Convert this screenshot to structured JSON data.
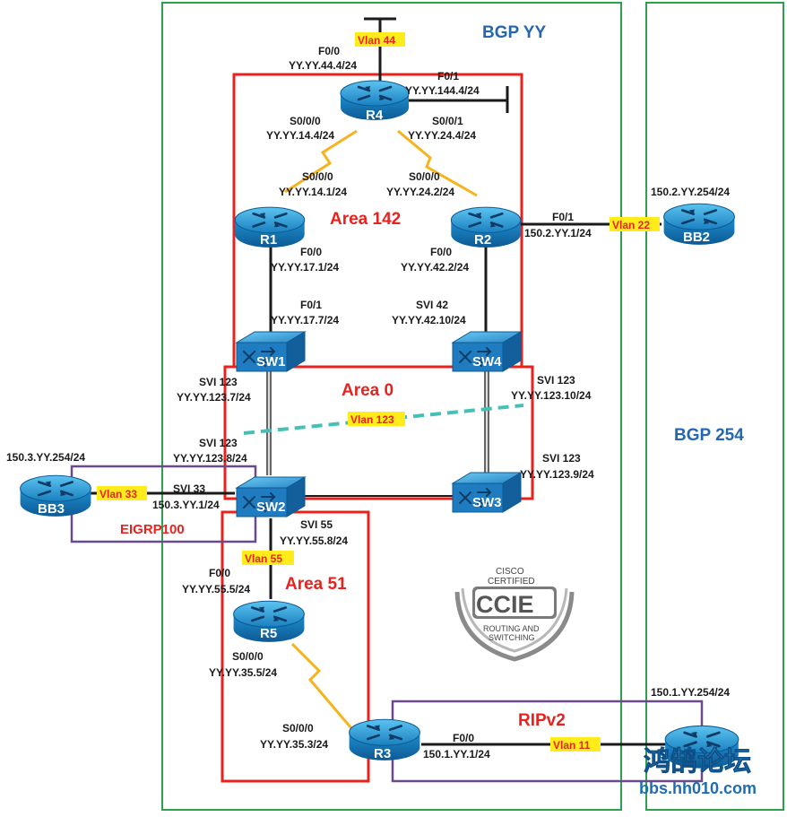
{
  "colors": {
    "bgp_box": "#2e9e4f",
    "area_box": "#e8231f",
    "eigrp_box": "#6a4a8a",
    "rip_box": "#6a4a8a",
    "router_fill": "#1d8fcf",
    "switch_fill": "#2a86c8",
    "vlan_bg": "#ffec1a",
    "serial_link": "#f5b31e",
    "ethernet_link": "#1a1a1a",
    "vlan123_link": "#45c0b6"
  },
  "domains": {
    "bgp_yy": "BGP YY",
    "bgp_254": "BGP 254"
  },
  "areas": {
    "area142": "Area 142",
    "area0": "Area 0",
    "area51": "Area 51",
    "eigrp": "EIGRP100",
    "rip": "RIPv2"
  },
  "devices": {
    "r1": "R1",
    "r2": "R2",
    "r3": "R3",
    "r4": "R4",
    "r5": "R5",
    "sw1": "SW1",
    "sw2": "SW2",
    "sw3": "SW3",
    "sw4": "SW4",
    "bb2": "BB2",
    "bb3": "BB3"
  },
  "interfaces": {
    "r4_f00_name": "F0/0",
    "r4_f00_ip": "YY.YY.44.4/24",
    "r4_f01_name": "F0/1",
    "r4_f01_ip": "YY.YY.144.4/24",
    "r4_s000_name": "S0/0/0",
    "r4_s000_ip": "YY.YY.14.4/24",
    "r4_s001_name": "S0/0/1",
    "r4_s001_ip": "YY.YY.24.4/24",
    "r1_s000_name": "S0/0/0",
    "r1_s000_ip": "YY.YY.14.1/24",
    "r2_s000_name": "S0/0/0",
    "r2_s000_ip": "YY.YY.24.2/24",
    "r1_f00_name": "F0/0",
    "r1_f00_ip": "YY.YY.17.1/24",
    "r2_f00_name": "F0/0",
    "r2_f00_ip": "YY.YY.42.2/24",
    "r2_f01_name": "F0/1",
    "r2_f01_ip": "150.2.YY.1/24",
    "bb2_ip": "150.2.YY.254/24",
    "sw1_f01_name": "F0/1",
    "sw1_f01_ip": "YY.YY.17.7/24",
    "sw4_svi42_name": "SVI 42",
    "sw4_svi42_ip": "YY.YY.42.10/24",
    "sw1_svi123_name": "SVI 123",
    "sw1_svi123_ip": "YY.YY.123.7/24",
    "sw4_svi123_name": "SVI 123",
    "sw4_svi123_ip": "YY.YY.123.10/24",
    "sw2_svi123_name": "SVI 123",
    "sw2_svi123_ip": "YY.YY.123.8/24",
    "sw3_svi123_name": "SVI 123",
    "sw3_svi123_ip": "YY.YY.123.9/24",
    "bb3_ip": "150.3.YY.254/24",
    "sw2_svi33_name": "SVI 33",
    "sw2_svi33_ip": "150.3.YY.1/24",
    "sw2_svi55_name": "SVI 55",
    "sw2_svi55_ip": "YY.YY.55.8/24",
    "r5_f00_name": "F0/0",
    "r5_f00_ip": "YY.YY.55.5/24",
    "r5_s000_name": "S0/0/0",
    "r5_s000_ip": "YY.YY.35.5/24",
    "r3_s000_name": "S0/0/0",
    "r3_s000_ip": "YY.YY.35.3/24",
    "r3_f00_name": "F0/0",
    "r3_f00_ip": "150.1.YY.1/24",
    "bb1_ip": "150.1.YY.254/24"
  },
  "vlans": {
    "v44": "Vlan 44",
    "v22": "Vlan 22",
    "v123": "Vlan 123",
    "v33": "Vlan 33",
    "v55": "Vlan 55",
    "v11": "Vlan 11"
  },
  "ccie": {
    "line1": "CISCO",
    "line2": "CERTIFIED",
    "main": "CCIE",
    "line3": "ROUTING AND",
    "line4": "SWITCHING"
  },
  "watermark": {
    "cn": "鸿鹄论坛",
    "url": "bbs.hh010.com"
  }
}
